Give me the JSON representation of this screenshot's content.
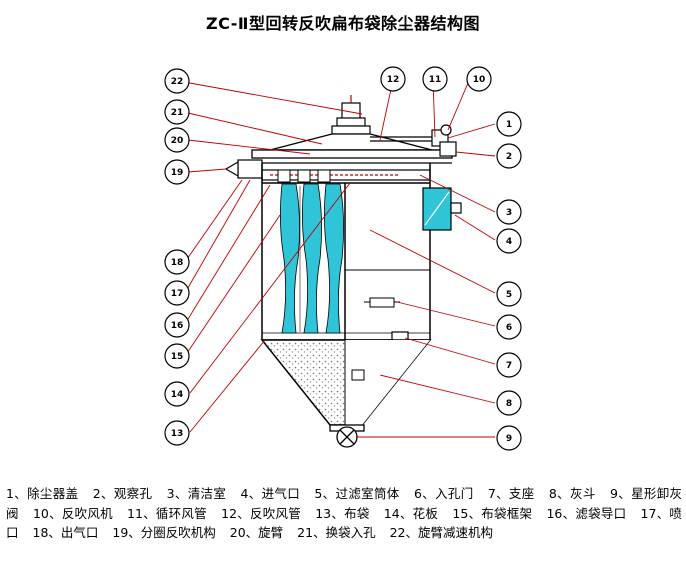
{
  "title": "ZC-Ⅱ型回转反吹扁布袋除尘器结构图",
  "callouts": [
    {
      "n": "1"
    },
    {
      "n": "2"
    },
    {
      "n": "3"
    },
    {
      "n": "4"
    },
    {
      "n": "5"
    },
    {
      "n": "6"
    },
    {
      "n": "7"
    },
    {
      "n": "8"
    },
    {
      "n": "9"
    },
    {
      "n": "10"
    },
    {
      "n": "11"
    },
    {
      "n": "12"
    },
    {
      "n": "13"
    },
    {
      "n": "14"
    },
    {
      "n": "15"
    },
    {
      "n": "16"
    },
    {
      "n": "17"
    },
    {
      "n": "18"
    },
    {
      "n": "19"
    },
    {
      "n": "20"
    },
    {
      "n": "21"
    },
    {
      "n": "22"
    }
  ],
  "legend": [
    "1、除尘器盖",
    "2、观察孔",
    "3、清洁室",
    "4、进气口",
    "5、过滤室筒体",
    "6、入孔门",
    "7、支座",
    "8、灰斗",
    "9、星形卸灰阀",
    "10、反吹风机",
    "11、循环风管",
    "12、反吹风管",
    "13、布袋",
    "14、花板",
    "15、布袋框架",
    "16、滤袋导口",
    "17、喷口",
    "18、出气口",
    "19、分圈反吹机构",
    "20、旋臂",
    "21、换袋入孔",
    "22、旋臂减速机构"
  ],
  "colors": {
    "outline": "#000000",
    "leader": "#c00000",
    "bag": "#2fc4d8",
    "dust": "#999999"
  }
}
